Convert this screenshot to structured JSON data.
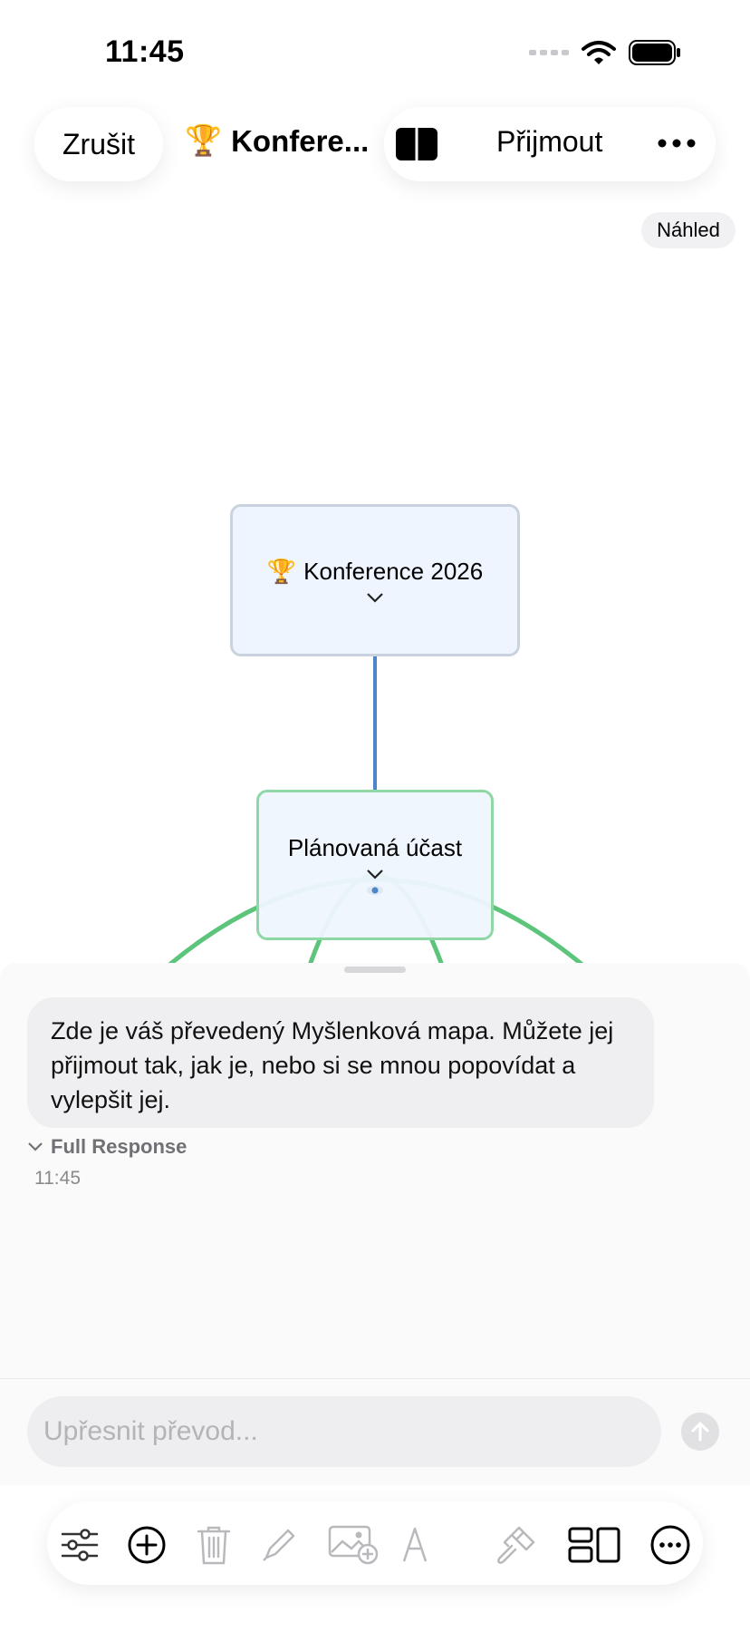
{
  "status_bar": {
    "time": "11:45"
  },
  "toolbar": {
    "cancel_label": "Zrušit",
    "title_emoji": "🏆",
    "title": "Konfere...",
    "accept_label": "Přijmout"
  },
  "preview_label": "Náhled",
  "mindmap": {
    "root": {
      "emoji": "🏆",
      "label": "Konference 2026"
    },
    "child": {
      "label": "Plánovaná účast"
    }
  },
  "chat": {
    "message": "Zde je váš převedený Myšlenková mapa. Můžete jej přijmout tak, jak je, nebo si se mnou popovídat a vylepšit jej.",
    "full_response_label": "Full Response",
    "timestamp": "11:45",
    "input_placeholder": "Upřesnit převod..."
  },
  "colors": {
    "root_border": "#c9d3df",
    "child_border": "#8fd7a5",
    "node_fill": "#eef5fe",
    "connector_blue": "#4a86c8",
    "branch_green": "#5cc47b"
  },
  "bottom_tools": [
    "sliders-icon",
    "add-circle-icon",
    "trash-icon",
    "pencil-icon",
    "add-image-icon",
    "font-icon",
    "brush-icon",
    "layout-icon",
    "more-circle-icon"
  ]
}
